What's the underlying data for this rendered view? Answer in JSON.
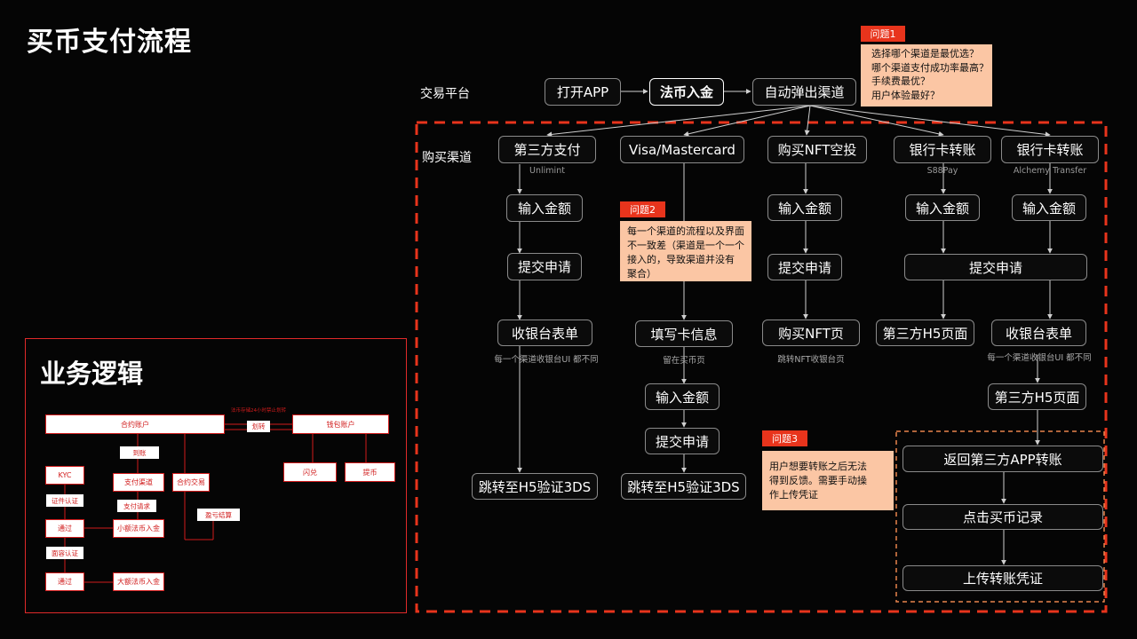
{
  "title": "买币支付流程",
  "labels": {
    "platform": "交易平台",
    "channels": "购买渠道"
  },
  "top": {
    "open_app": "打开APP",
    "fiat_in": "法币入金",
    "auto_popup": "自动弹出渠道"
  },
  "channels": [
    {
      "name": "第三方支付",
      "sub": "Unlimint"
    },
    {
      "name": "Visa/Mastercard",
      "sub": ""
    },
    {
      "name": "购买NFT空投",
      "sub": ""
    },
    {
      "name": "银行卡转账",
      "sub": "S88Pay"
    },
    {
      "name": "银行卡转账",
      "sub": "Alchemy  Transfer"
    }
  ],
  "steps": {
    "amount": "输入金额",
    "submit": "提交申请",
    "checkout": "收银台表单",
    "fill_card": "填写卡信息",
    "buy_nft_page": "购买NFT页",
    "third_h5": "第三方H5页面",
    "jump_3ds": "跳转至H5验证3DS",
    "return_app": "返回第三方APP转账",
    "click_record": "点击买币记录",
    "upload_proof": "上传转账凭证"
  },
  "subs": {
    "checkout_diff": "每一个渠道收银台UI 都不同",
    "stay_page": "留在买币页",
    "jump_nft": "跳转NFT收银台页",
    "checkout_diff2": "每一个渠道收银台UI 都不同"
  },
  "issues": [
    {
      "tag": "问题1",
      "lines": [
        "选择哪个渠道是最优选？",
        "哪个渠道支付成功率最高？",
        "手续费最优？",
        "用户体验最好？"
      ]
    },
    {
      "tag": "问题2",
      "lines": [
        "每一个渠道的流程以及界面",
        "不一致差（渠道是一个一个",
        "接入的，导致渠道并没有",
        "聚合）"
      ]
    },
    {
      "tag": "问题3",
      "lines": [
        "用户想要转账之后无法",
        "得到反馈。需要手动操",
        "作上传凭证"
      ]
    }
  ],
  "business": {
    "title": "业务逻辑",
    "contract_account": "合约账户",
    "wallet_account": "钱包账户",
    "transfer": "划转",
    "transfer_note": "法币存储24小时禁止划转",
    "arrive": "到账",
    "pay_channel": "支付渠道",
    "contract_trade": "合约交易",
    "pay_request": "支付请求",
    "pnl_settle": "盈亏结算",
    "flash": "闪兑",
    "withdraw": "提币",
    "kyc": "KYC",
    "id_verify": "证件认证",
    "pass1": "通过",
    "small_in": "小额法币入金",
    "face_verify": "面容认证",
    "pass2": "通过",
    "large_in": "大额法币入金"
  }
}
